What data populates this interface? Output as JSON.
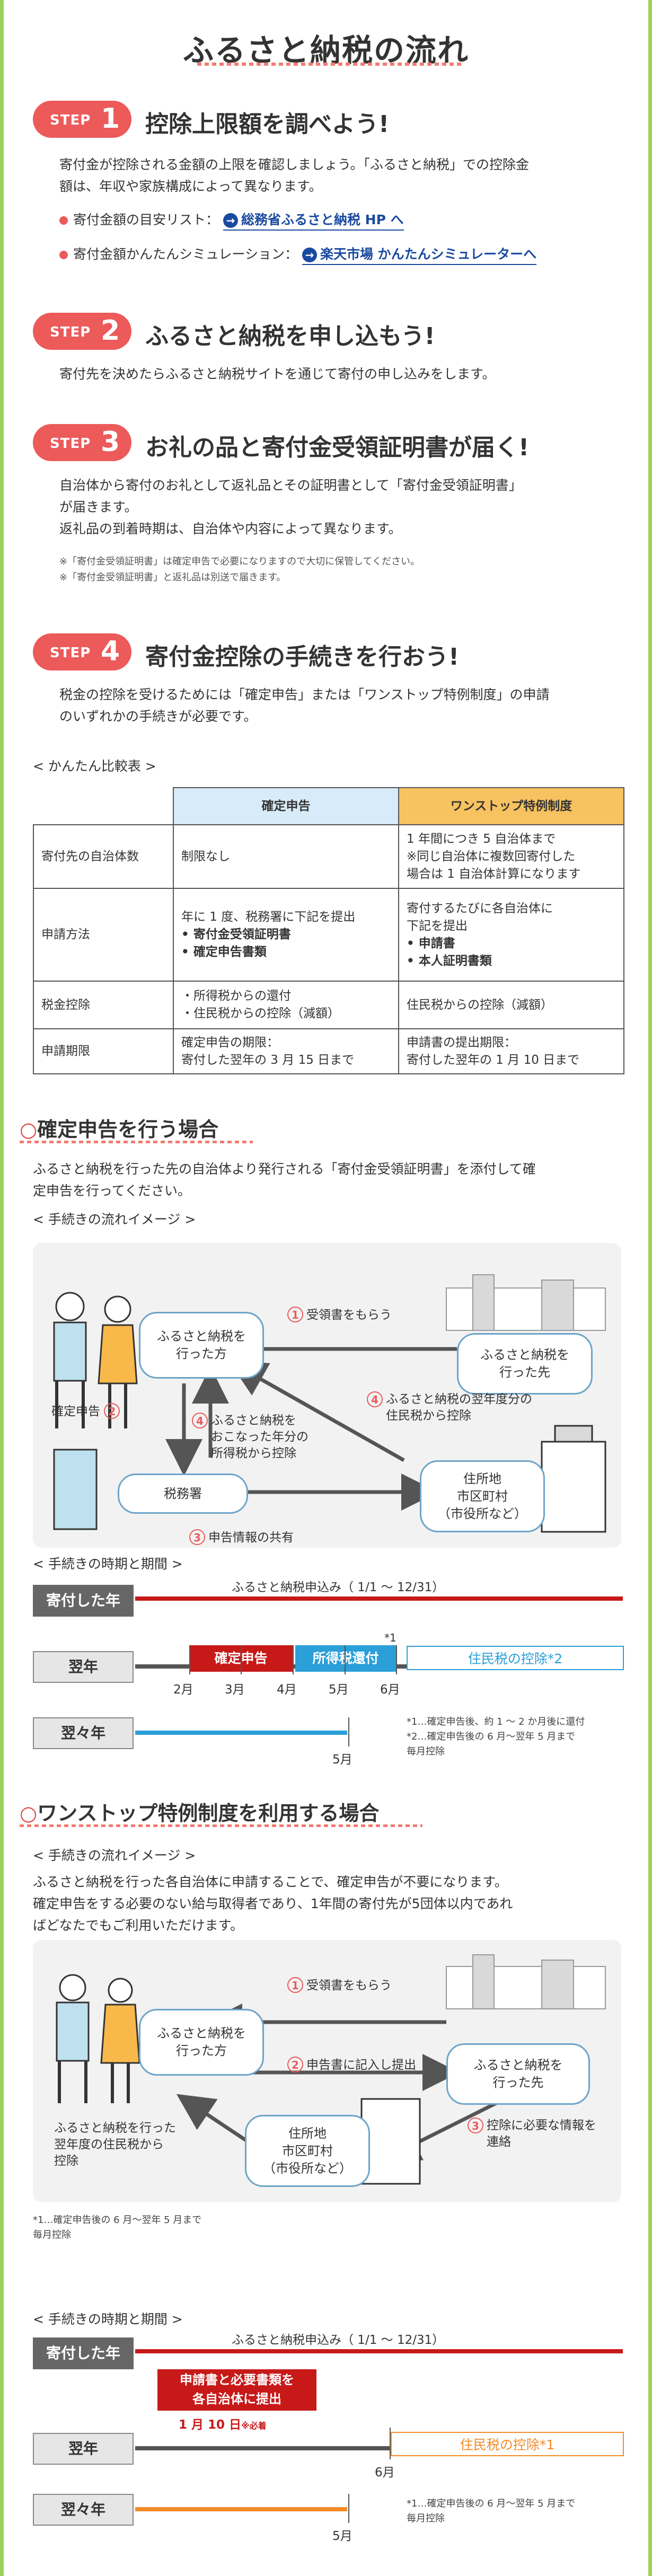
{
  "title": "ふるさと納税の流れ",
  "step_word": "STEP",
  "steps": [
    {
      "num": "1",
      "title": "控除上限額を調べよう!",
      "lines": [
        "寄付金が控除される金額の上限を確認しましょう。「ふるさと納税」での控除金",
        "額は、年収や家族構成によって異なります。"
      ],
      "bullets": [
        {
          "label": "寄付金額の目安リスト：",
          "link": "総務省ふるさと納税 HP へ"
        },
        {
          "label": "寄付金額かんたんシミュレーション：",
          "link": "楽天市場 かんたんシミュレーターへ"
        }
      ]
    },
    {
      "num": "2",
      "title": "ふるさと納税を申し込もう!",
      "lines": [
        "寄付先を決めたらふるさと納税サイトを通じて寄付の申し込みをします。"
      ]
    },
    {
      "num": "3",
      "title": "お礼の品と寄付金受領証明書が届く!",
      "lines": [
        "自治体から寄付のお礼として返礼品とその証明書として「寄付金受領証明書」",
        "が届きます。",
        "返礼品の到着時期は、自治体や内容によって異なります。"
      ],
      "notes": [
        "※「寄付金受領証明書」は確定申告で必要になりますので大切に保管してください。",
        "※「寄付金受領証明書」と返礼品は別送で届きます。"
      ]
    },
    {
      "num": "4",
      "title": "寄付金控除の手続きを行おう!",
      "lines": [
        "税金の控除を受けるためには「確定申告」または「ワンストップ特例制度」の申請",
        "のいずれかの手続きが必要です。"
      ]
    }
  ],
  "compare": {
    "caption": "< かんたん比較表 >",
    "headers": [
      "確定申告",
      "ワンストップ特例制度"
    ],
    "rows": [
      {
        "label": "寄付先の自治体数",
        "a": [
          "制限なし"
        ],
        "b": [
          "1 年間につき 5 自治体まで",
          "※同じ自治体に複数回寄付した",
          "場合は 1 自治体計算になります"
        ]
      },
      {
        "label": "申請方法",
        "a": [
          "年に 1 度、税務署に下記を提出",
          "• 寄付金受領証明書",
          "• 確定申告書類"
        ],
        "b": [
          "寄付するたびに各自治体に",
          "下記を提出",
          "• 申請書",
          "• 本人証明書類"
        ]
      },
      {
        "label": "税金控除",
        "a": [
          "・所得税からの還付",
          "・住民税からの控除（減額）"
        ],
        "b": [
          "住民税からの控除（減額）"
        ]
      },
      {
        "label": "申請期限",
        "a": [
          "確定申告の期限：",
          "寄付した翌年の 3 月 15 日まで"
        ],
        "b": [
          "申請書の提出期限：",
          "寄付した翌年の 1 月 10 日まで"
        ]
      }
    ]
  },
  "kakutei": {
    "title_ring": "○",
    "title": "確定申告を行う場合",
    "lines": [
      "ふるさと納税を行った先の自治体より発行される「寄付金受領証明書」を添付して確",
      "定申告を行ってください。"
    ],
    "flow_caption": "< 手続きの流れイメージ >",
    "nodes": {
      "donor": "ふるさと納税を\n行った方",
      "dest": "ふるさと納税を\n行った先",
      "tax": "税務署",
      "city": "住所地\n市区町村\n（市役所など）"
    },
    "labels": {
      "l1": "受領書をもらう",
      "l2": "確定申告",
      "l3": "申告情報の共有",
      "l4a": "ふるさと納税を\nおこなった年分の\n所得税から控除",
      "l4b": "ふるさと納税の翌年度分の\n住民税から控除"
    },
    "period_caption": "< 手続きの時期と期間 >",
    "rows": [
      "寄付した年",
      "翌年",
      "翌々年"
    ],
    "apply": "ふるさと納税申込み（ 1/1 〜 12/31）",
    "seg1": "確定申告",
    "seg2": "所得税還付",
    "seg3": "住民税の控除*2",
    "star1": "*1",
    "months": [
      "2月",
      "3月",
      "4月",
      "5月",
      "6月"
    ],
    "may": "5月",
    "notes": [
      "*1…確定申告後、約 1 〜 2 か月後に還付",
      "*2…確定申告後の 6 月〜翌年 5 月まで",
      "    毎月控除"
    ]
  },
  "onestop": {
    "title_ring": "○",
    "title": "ワンストップ特例制度を利用する場合",
    "flow_caption": "< 手続きの流れイメージ >",
    "lines": [
      "ふるさと納税を行った各自治体に申請することで、確定申告が不要になります。",
      "確定申告をする必要のない給与取得者であり、1年間の寄付先が5団体以内であれ",
      "ばどなたでもご利用いただけます。"
    ],
    "nodes": {
      "donor": "ふるさと納税を\n行った方",
      "dest": "ふるさと納税を\n行った先",
      "city": "住所地\n市区町村\n（市役所など）"
    },
    "labels": {
      "l1": "受領書をもらう",
      "l2": "申告書に記入し提出",
      "l3": "控除に必要な情報を\n連絡",
      "l4": "ふるさと納税を行った\n翌年度の住民税から\n控除"
    },
    "notes": [
      "*1…確定申告後の 6 月〜翌年 5 月まで",
      "    毎月控除"
    ],
    "period_caption": "< 手続きの時期と期間 >",
    "rows": [
      "寄付した年",
      "翌年",
      "翌々年"
    ],
    "apply": "ふるさと納税申込み（ 1/1 〜 12/31）",
    "seg1": "申請書と必要書類を\n各自治体に提出",
    "jan": "1 月 10 日",
    "must": "※必着",
    "seg2": "住民税の控除*1",
    "june": "6月",
    "may": "5月"
  },
  "colors": {
    "accent": "#ec5a5a",
    "link": "#1a4aa0",
    "blue": "#2a9fd8",
    "orange": "#f28c28",
    "green": "#9bd15a"
  }
}
